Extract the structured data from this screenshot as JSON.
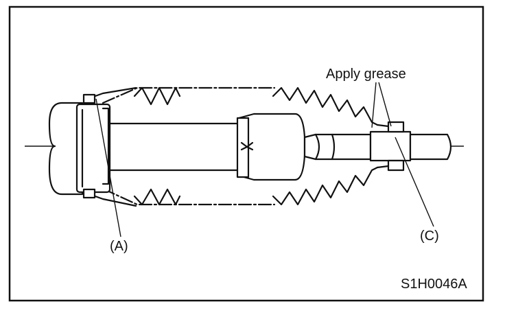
{
  "figure": {
    "labels": {
      "apply_grease": "Apply grease",
      "part_a": "(A)",
      "part_c": "(C)",
      "code": "S1H0046A"
    },
    "colors": {
      "ink": "#111111",
      "background": "#ffffff"
    }
  }
}
